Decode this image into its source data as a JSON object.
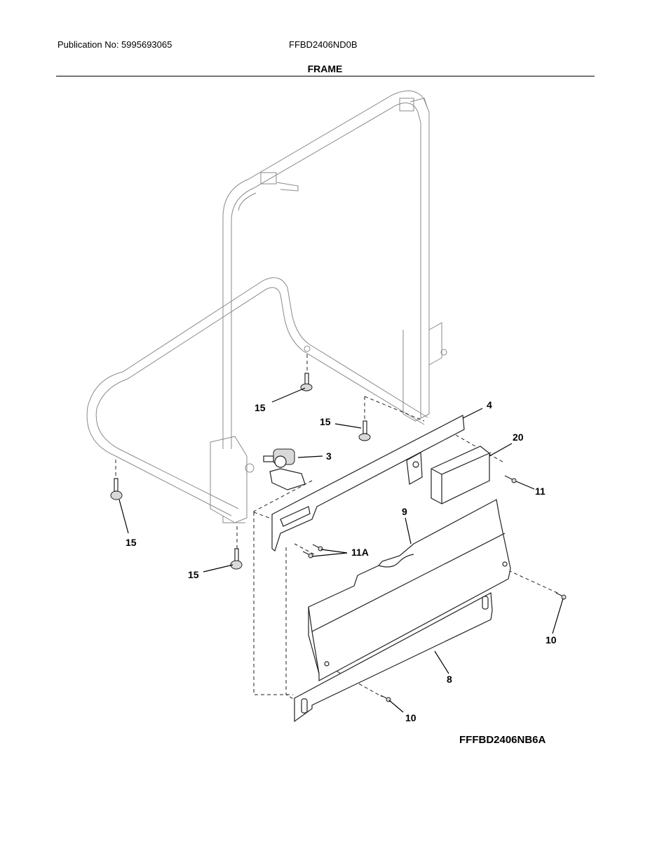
{
  "header": {
    "publication": "Publication No: 5995693065",
    "model": "FFBD2406ND0B",
    "title": "FRAME"
  },
  "diagram": {
    "labels": [
      {
        "id": "lbl-15a",
        "text": "15"
      },
      {
        "id": "lbl-15b",
        "text": "15"
      },
      {
        "id": "lbl-15c",
        "text": "15"
      },
      {
        "id": "lbl-15d",
        "text": "15"
      },
      {
        "id": "lbl-4",
        "text": "4"
      },
      {
        "id": "lbl-3",
        "text": "3"
      },
      {
        "id": "lbl-20",
        "text": "20"
      },
      {
        "id": "lbl-11",
        "text": "11"
      },
      {
        "id": "lbl-9",
        "text": "9"
      },
      {
        "id": "lbl-11a",
        "text": "11A"
      },
      {
        "id": "lbl-10a",
        "text": "10"
      },
      {
        "id": "lbl-10b",
        "text": "10"
      },
      {
        "id": "lbl-8",
        "text": "8"
      }
    ],
    "footer_id": "FFFBD2406NB6A"
  }
}
